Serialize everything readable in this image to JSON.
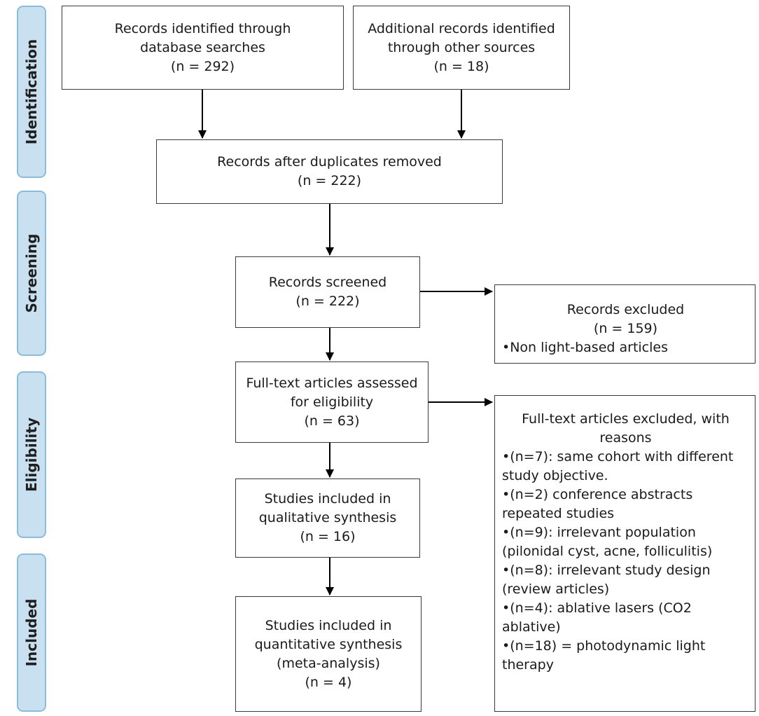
{
  "phases": [
    {
      "label": "Identification"
    },
    {
      "label": "Screening"
    },
    {
      "label": "Eligibility"
    },
    {
      "label": "Included"
    }
  ],
  "boxes": {
    "database": {
      "lines": [
        "Records identified through",
        "database searches",
        "(n = 292)"
      ]
    },
    "other_sources": {
      "lines": [
        "Additional records identified",
        "through other sources",
        "(n = 18)"
      ]
    },
    "duplicates_removed": {
      "lines": [
        "Records after duplicates removed",
        "(n = 222)"
      ]
    },
    "screened": {
      "lines": [
        "Records screened",
        "(n = 222)"
      ]
    },
    "excluded": {
      "heading": [
        "Records excluded",
        "(n = 159)"
      ],
      "bullets": [
        "•Non light-based articles"
      ]
    },
    "fulltext": {
      "lines": [
        "Full-text articles assessed",
        "for eligibility",
        "(n = 63)"
      ]
    },
    "fulltext_excluded": {
      "heading": [
        "Full-text articles excluded, with",
        "reasons"
      ],
      "bullets": [
        "•(n=7): same cohort with different",
        "study objective.",
        "•(n=2) conference abstracts",
        "repeated studies",
        "•(n=9): irrelevant population",
        "(pilonidal cyst, acne, folliculitis)",
        "•(n=8): irrelevant study design",
        "(review articles)",
        "•(n=4): ablative lasers (CO2",
        "ablative)",
        "•(n=18) = photodynamic light",
        "therapy"
      ]
    },
    "qualitative": {
      "lines": [
        "Studies included in",
        "qualitative synthesis",
        "(n = 16)"
      ]
    },
    "quantitative": {
      "lines": [
        "Studies included in",
        "quantitative synthesis",
        "(meta-analysis)",
        "(n = 4)"
      ]
    }
  }
}
